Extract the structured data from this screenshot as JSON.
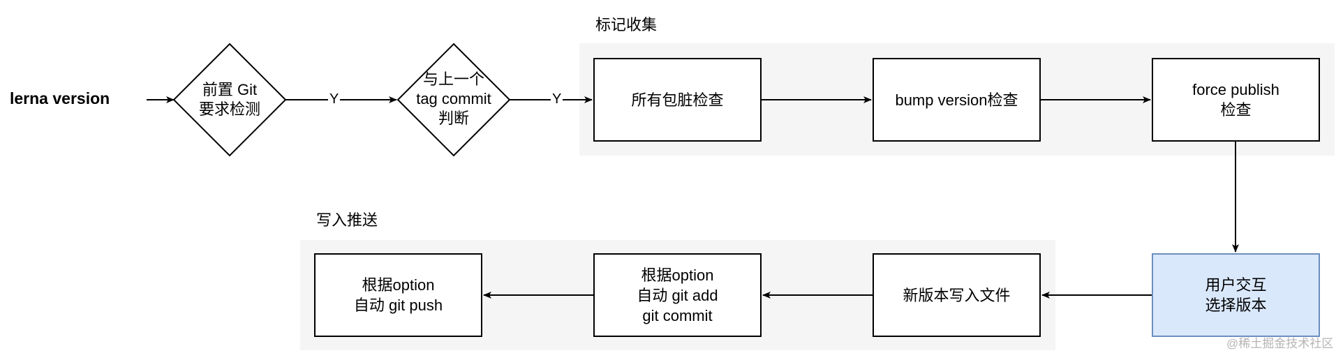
{
  "start_label": "lerna version",
  "groups": {
    "collect": {
      "title": "标记收集"
    },
    "push": {
      "title": "写入推送"
    }
  },
  "decisions": {
    "git_check": "前置 Git\n要求检测",
    "tag_check": "与上一个\ntag commit\n判断"
  },
  "edge_labels": {
    "yes_1": "Y",
    "yes_2": "Y"
  },
  "steps": {
    "dirty_check": "所有包脏检查",
    "bump_check": "bump version检查",
    "force_publish": "force publish\n检查",
    "select_version": "用户交互\n选择版本",
    "write_files": "新版本写入文件",
    "git_add_commit": "根据option\n自动 git add\ngit commit",
    "git_push": "根据option\n自动 git push"
  },
  "colors": {
    "group_bg": "#f5f5f5",
    "highlight_fill": "#dae8fc",
    "highlight_border": "#6c8ebf"
  },
  "watermark": "@稀土掘金技术社区"
}
